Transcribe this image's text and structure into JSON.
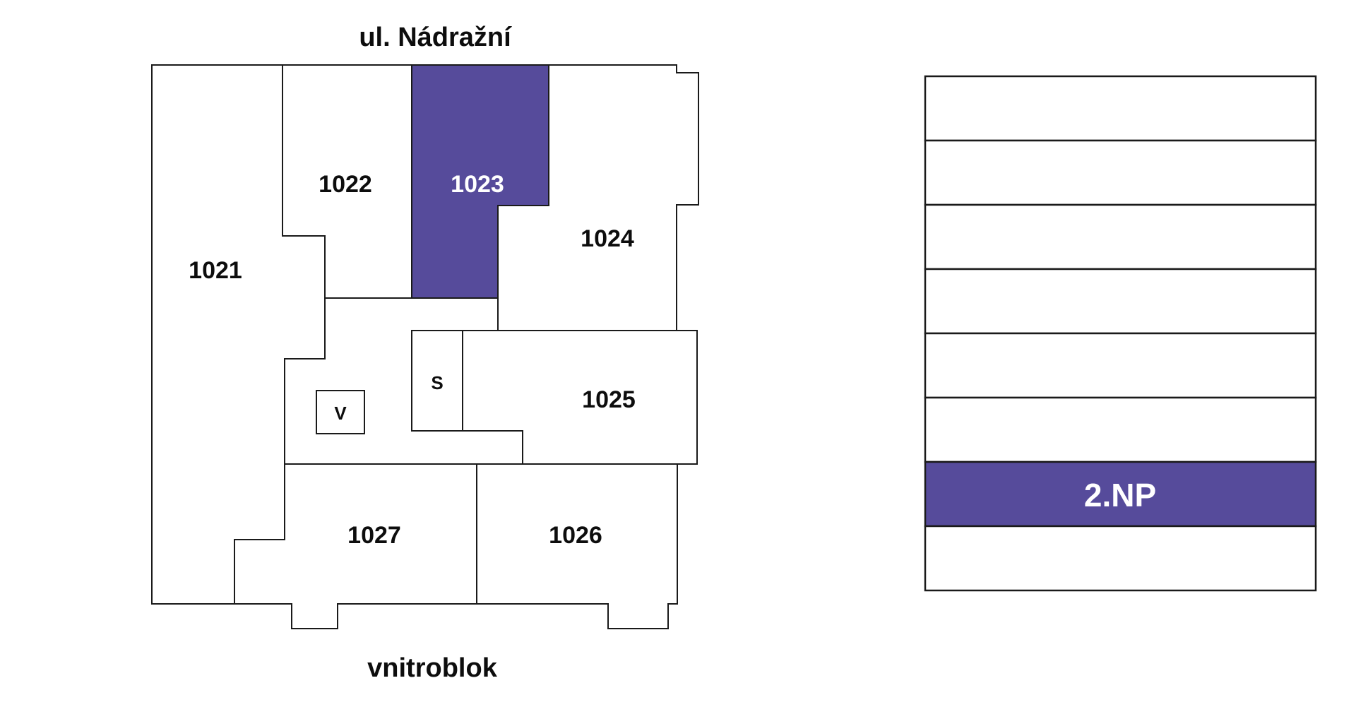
{
  "page": {
    "background": "#ffffff"
  },
  "colors": {
    "highlight_purple": "#564B9B",
    "wall_black": "#1a1a1a",
    "room_white": "#ffffff",
    "label_dark": "#0d0d0d",
    "label_on_purple": "#ffffff"
  },
  "floorplan": {
    "street_label_top": "ul. Nádražní",
    "street_label_bottom": "vnitroblok",
    "units": [
      {
        "id": "1021",
        "label": "1021",
        "highlighted": false
      },
      {
        "id": "1022",
        "label": "1022",
        "highlighted": false
      },
      {
        "id": "1023",
        "label": "1023",
        "highlighted": true
      },
      {
        "id": "1024",
        "label": "1024",
        "highlighted": false
      },
      {
        "id": "1025",
        "label": "1025",
        "highlighted": false
      },
      {
        "id": "1026",
        "label": "1026",
        "highlighted": false
      },
      {
        "id": "1027",
        "label": "1027",
        "highlighted": false
      }
    ],
    "core_labels": {
      "elevator": "V",
      "stairs": "S"
    }
  },
  "right_diagram": {
    "floors_total": 8,
    "highlighted_floor_label": "2.NP",
    "highlighted_floor_from_bottom": 2
  }
}
